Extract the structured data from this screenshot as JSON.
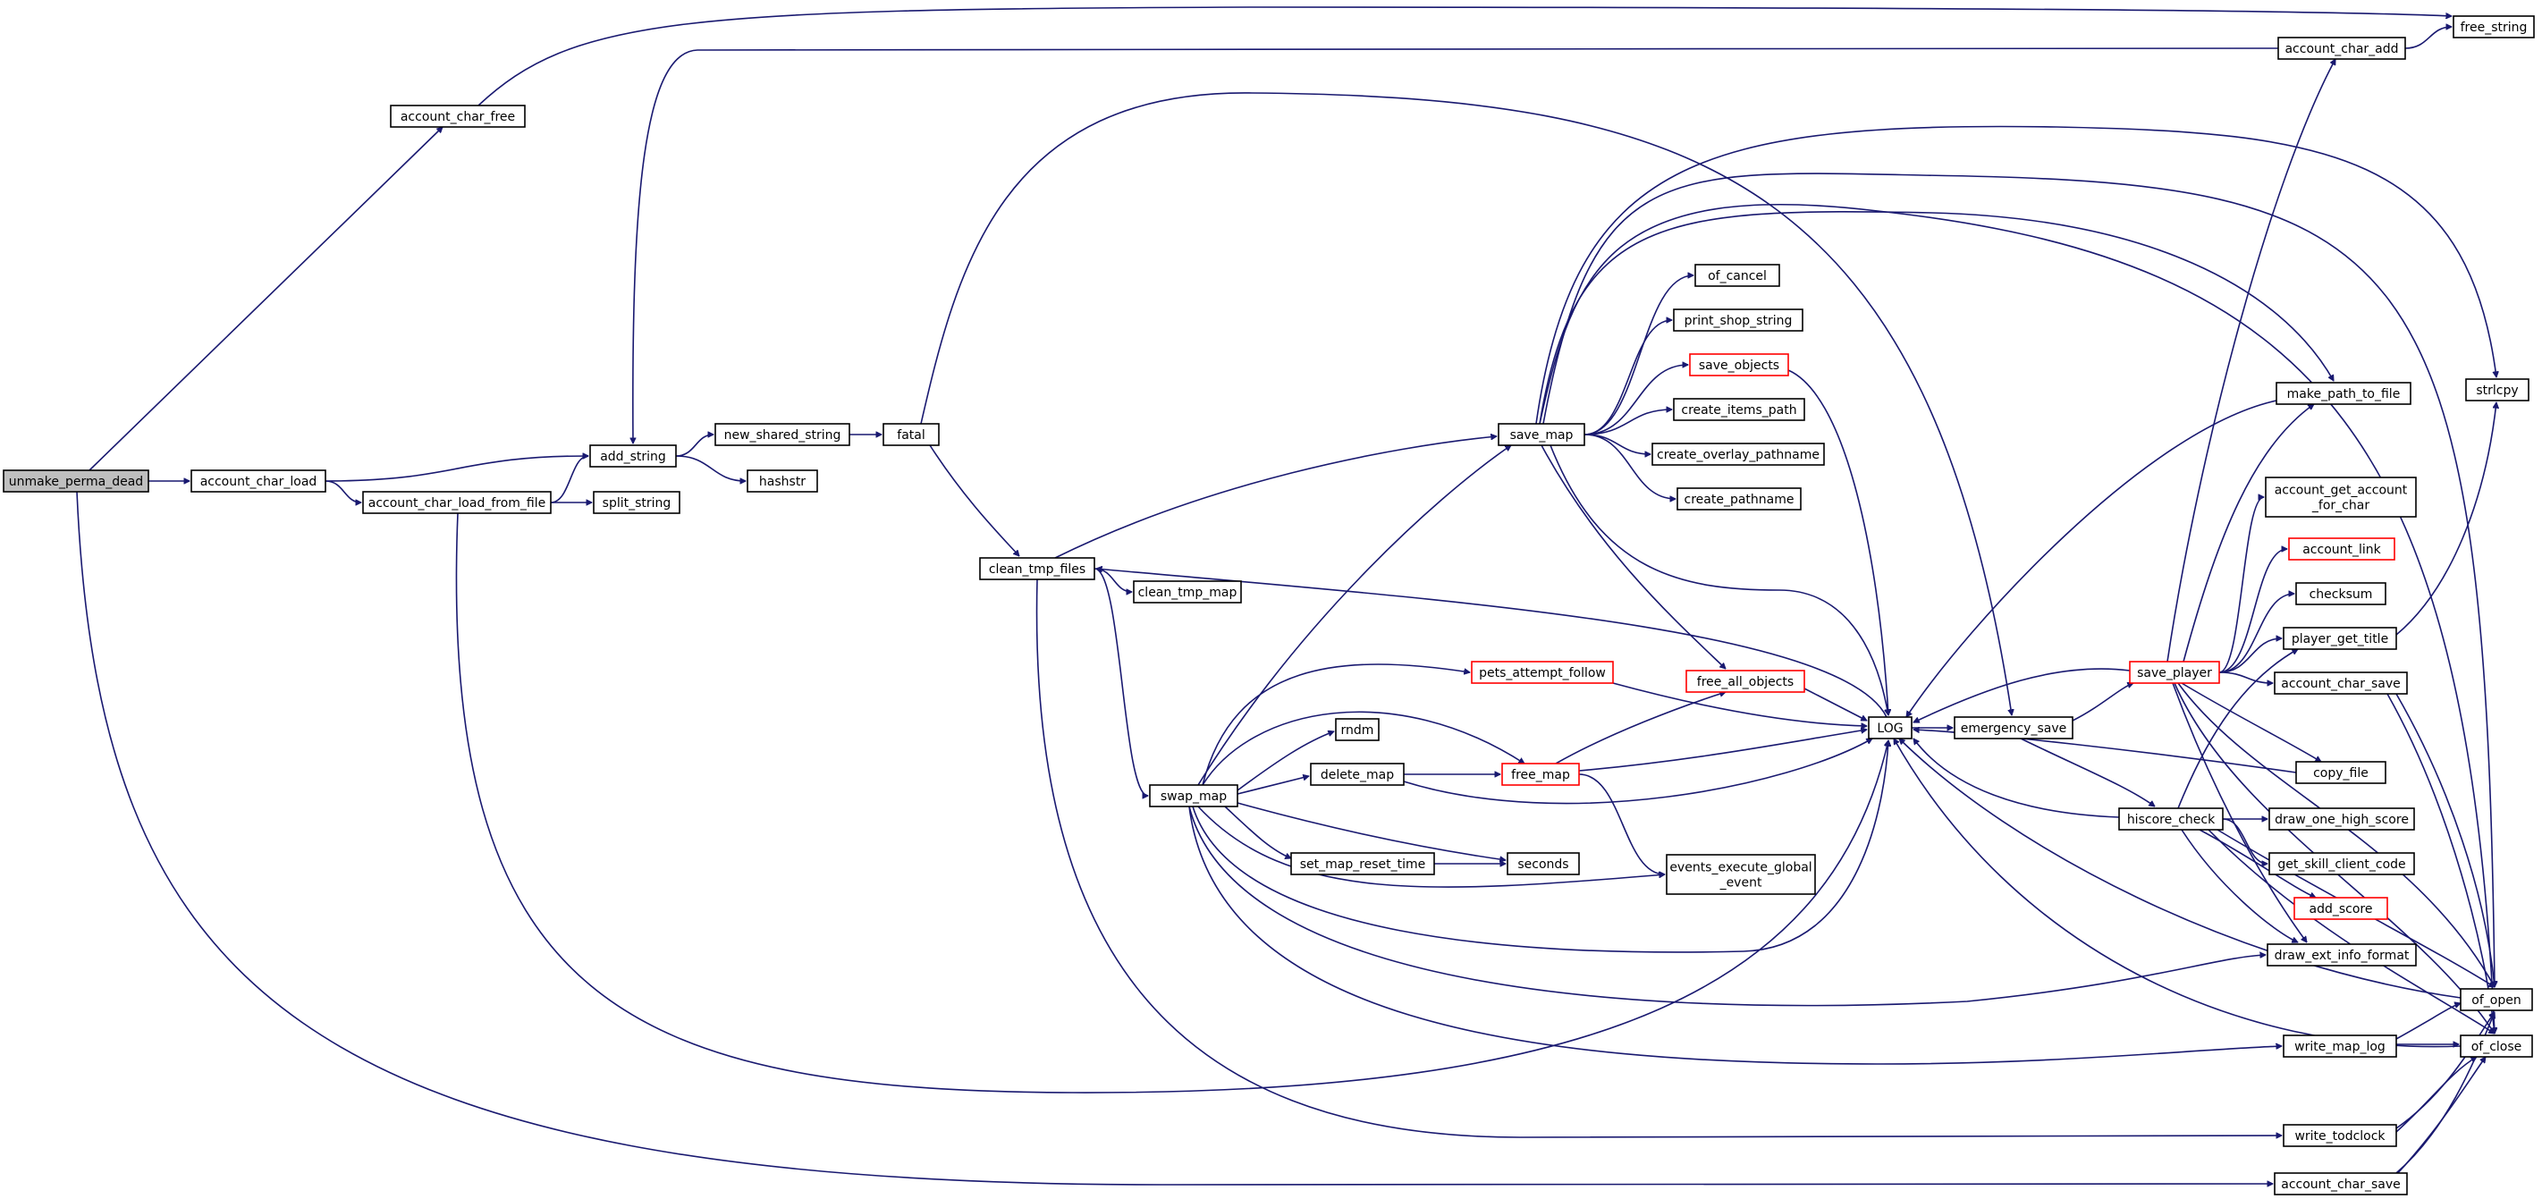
{
  "diagram": {
    "type": "call-graph",
    "root": "unmake_perma_dead",
    "edge_color": "#191970",
    "truncated_border_color": "#ff0000",
    "root_fill": "#bfbfbf",
    "nodes": [
      {
        "id": "unmake_perma_dead",
        "label": "unmake_perma_dead",
        "root": true
      },
      {
        "id": "account_char_free",
        "label": "account_char_free"
      },
      {
        "id": "account_char_load",
        "label": "account_char_load"
      },
      {
        "id": "account_char_load_from_file",
        "label": "account_char_load_from_file"
      },
      {
        "id": "add_string",
        "label": "add_string"
      },
      {
        "id": "split_string",
        "label": "split_string"
      },
      {
        "id": "new_shared_string",
        "label": "new_shared_string"
      },
      {
        "id": "hashstr",
        "label": "hashstr"
      },
      {
        "id": "fatal",
        "label": "fatal"
      },
      {
        "id": "clean_tmp_files",
        "label": "clean_tmp_files"
      },
      {
        "id": "clean_tmp_map",
        "label": "clean_tmp_map"
      },
      {
        "id": "swap_map",
        "label": "swap_map"
      },
      {
        "id": "save_map",
        "label": "save_map"
      },
      {
        "id": "of_cancel",
        "label": "of_cancel"
      },
      {
        "id": "print_shop_string",
        "label": "print_shop_string"
      },
      {
        "id": "save_objects",
        "label": "save_objects",
        "truncated": true
      },
      {
        "id": "create_items_path",
        "label": "create_items_path"
      },
      {
        "id": "create_overlay_pathname",
        "label": "create_overlay_pathname"
      },
      {
        "id": "create_pathname",
        "label": "create_pathname"
      },
      {
        "id": "pets_attempt_follow",
        "label": "pets_attempt_follow",
        "truncated": true
      },
      {
        "id": "free_all_objects",
        "label": "free_all_objects",
        "truncated": true
      },
      {
        "id": "rndm",
        "label": "rndm"
      },
      {
        "id": "delete_map",
        "label": "delete_map"
      },
      {
        "id": "free_map",
        "label": "free_map",
        "truncated": true
      },
      {
        "id": "set_map_reset_time",
        "label": "set_map_reset_time"
      },
      {
        "id": "seconds",
        "label": "seconds"
      },
      {
        "id": "events_execute_global_event",
        "label": "events_execute_global\n_event"
      },
      {
        "id": "LOG",
        "label": "LOG"
      },
      {
        "id": "emergency_save",
        "label": "emergency_save"
      },
      {
        "id": "save_player",
        "label": "save_player",
        "truncated": true
      },
      {
        "id": "hiscore_check",
        "label": "hiscore_check"
      },
      {
        "id": "account_char_add",
        "label": "account_char_add"
      },
      {
        "id": "free_string",
        "label": "free_string"
      },
      {
        "id": "strlcpy",
        "label": "strlcpy"
      },
      {
        "id": "make_path_to_file",
        "label": "make_path_to_file"
      },
      {
        "id": "account_get_account_for_char",
        "label": "account_get_account\n_for_char"
      },
      {
        "id": "account_link",
        "label": "account_link",
        "truncated": true
      },
      {
        "id": "checksum",
        "label": "checksum"
      },
      {
        "id": "player_get_title",
        "label": "player_get_title"
      },
      {
        "id": "account_char_save_a",
        "label": "account_char_save"
      },
      {
        "id": "copy_file",
        "label": "copy_file"
      },
      {
        "id": "draw_one_high_score",
        "label": "draw_one_high_score"
      },
      {
        "id": "get_skill_client_code",
        "label": "get_skill_client_code"
      },
      {
        "id": "add_score",
        "label": "add_score",
        "truncated": true
      },
      {
        "id": "draw_ext_info_format",
        "label": "draw_ext_info_format"
      },
      {
        "id": "of_open",
        "label": "of_open"
      },
      {
        "id": "of_close",
        "label": "of_close"
      },
      {
        "id": "write_map_log",
        "label": "write_map_log"
      },
      {
        "id": "write_todclock",
        "label": "write_todclock"
      },
      {
        "id": "account_char_save_b",
        "label": "account_char_save"
      }
    ],
    "edges": [
      [
        "unmake_perma_dead",
        "account_char_free"
      ],
      [
        "unmake_perma_dead",
        "account_char_load"
      ],
      [
        "unmake_perma_dead",
        "account_char_save_b"
      ],
      [
        "account_char_free",
        "free_string"
      ],
      [
        "account_char_load",
        "add_string"
      ],
      [
        "account_char_load",
        "account_char_load_from_file"
      ],
      [
        "account_char_load_from_file",
        "add_string"
      ],
      [
        "account_char_load_from_file",
        "split_string"
      ],
      [
        "account_char_load_from_file",
        "LOG"
      ],
      [
        "add_string",
        "new_shared_string"
      ],
      [
        "add_string",
        "hashstr"
      ],
      [
        "new_shared_string",
        "fatal"
      ],
      [
        "fatal",
        "clean_tmp_files"
      ],
      [
        "fatal",
        "emergency_save"
      ],
      [
        "clean_tmp_files",
        "save_map"
      ],
      [
        "clean_tmp_files",
        "clean_tmp_map"
      ],
      [
        "clean_tmp_files",
        "swap_map"
      ],
      [
        "clean_tmp_files",
        "write_todclock"
      ],
      [
        "swap_map",
        "save_map"
      ],
      [
        "swap_map",
        "pets_attempt_follow"
      ],
      [
        "swap_map",
        "free_map"
      ],
      [
        "swap_map",
        "rndm"
      ],
      [
        "swap_map",
        "delete_map"
      ],
      [
        "swap_map",
        "seconds"
      ],
      [
        "swap_map",
        "set_map_reset_time"
      ],
      [
        "swap_map",
        "events_execute_global_event"
      ],
      [
        "swap_map",
        "LOG"
      ],
      [
        "swap_map",
        "draw_ext_info_format"
      ],
      [
        "swap_map",
        "write_map_log"
      ],
      [
        "save_map",
        "of_cancel"
      ],
      [
        "save_map",
        "print_shop_string"
      ],
      [
        "save_map",
        "save_objects"
      ],
      [
        "save_map",
        "create_items_path"
      ],
      [
        "save_map",
        "create_overlay_pathname"
      ],
      [
        "save_map",
        "create_pathname"
      ],
      [
        "save_map",
        "free_all_objects"
      ],
      [
        "save_map",
        "LOG"
      ],
      [
        "save_map",
        "make_path_to_file"
      ],
      [
        "save_map",
        "of_open"
      ],
      [
        "save_map",
        "of_close"
      ],
      [
        "save_map",
        "strlcpy"
      ],
      [
        "save_objects",
        "LOG"
      ],
      [
        "pets_attempt_follow",
        "LOG"
      ],
      [
        "free_all_objects",
        "LOG"
      ],
      [
        "delete_map",
        "free_map"
      ],
      [
        "delete_map",
        "LOG"
      ],
      [
        "free_map",
        "free_all_objects"
      ],
      [
        "free_map",
        "LOG"
      ],
      [
        "free_map",
        "events_execute_global_event"
      ],
      [
        "set_map_reset_time",
        "seconds"
      ],
      [
        "LOG",
        "clean_tmp_files"
      ],
      [
        "LOG",
        "emergency_save"
      ],
      [
        "emergency_save",
        "save_player"
      ],
      [
        "emergency_save",
        "hiscore_check"
      ],
      [
        "save_player",
        "LOG"
      ],
      [
        "save_player",
        "account_char_add"
      ],
      [
        "save_player",
        "make_path_to_file"
      ],
      [
        "save_player",
        "account_get_account_for_char"
      ],
      [
        "save_player",
        "account_link"
      ],
      [
        "save_player",
        "checksum"
      ],
      [
        "save_player",
        "player_get_title"
      ],
      [
        "save_player",
        "account_char_save_a"
      ],
      [
        "save_player",
        "copy_file"
      ],
      [
        "save_player",
        "draw_ext_info_format"
      ],
      [
        "save_player",
        "of_open"
      ],
      [
        "save_player",
        "of_close"
      ],
      [
        "hiscore_check",
        "LOG"
      ],
      [
        "hiscore_check",
        "draw_one_high_score"
      ],
      [
        "hiscore_check",
        "get_skill_client_code"
      ],
      [
        "hiscore_check",
        "add_score"
      ],
      [
        "hiscore_check",
        "draw_ext_info_format"
      ],
      [
        "hiscore_check",
        "player_get_title"
      ],
      [
        "hiscore_check",
        "of_open"
      ],
      [
        "hiscore_check",
        "of_close"
      ],
      [
        "account_char_add",
        "free_string"
      ],
      [
        "account_char_add",
        "add_string"
      ],
      [
        "player_get_title",
        "strlcpy"
      ],
      [
        "account_char_save_a",
        "of_open"
      ],
      [
        "account_char_save_a",
        "of_close"
      ],
      [
        "copy_file",
        "LOG"
      ],
      [
        "make_path_to_file",
        "LOG"
      ],
      [
        "of_open",
        "LOG"
      ],
      [
        "of_close",
        "LOG"
      ],
      [
        "write_map_log",
        "of_open"
      ],
      [
        "write_map_log",
        "of_close"
      ],
      [
        "write_todclock",
        "of_open"
      ],
      [
        "write_todclock",
        "of_close"
      ],
      [
        "account_char_save_b",
        "of_open"
      ],
      [
        "account_char_save_b",
        "of_close"
      ]
    ]
  }
}
